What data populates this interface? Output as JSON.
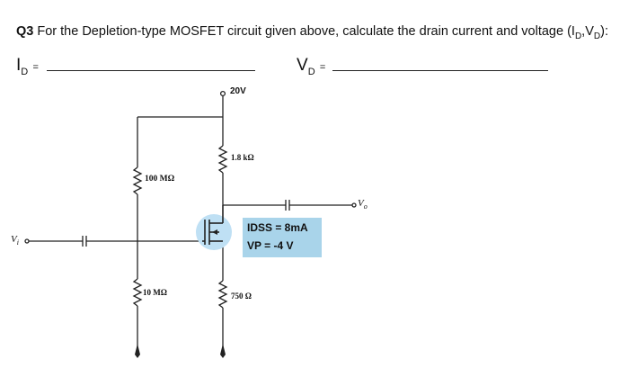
{
  "question": {
    "number": "Q3",
    "text": "For the Depletion-type MOSFET circuit given above, calculate the drain current and voltage (I",
    "sub_d": "D",
    "comma": ",V",
    "sub_d2": "D",
    "close": "):"
  },
  "answers": {
    "id_label": "I",
    "id_sub": "D",
    "vd_label": "V",
    "vd_sub": "D",
    "equals": "="
  },
  "circuit": {
    "supply": "20V",
    "rd": "1.8 kΩ",
    "r1": "100 MΩ",
    "r2": "10 MΩ",
    "rs": "750 Ω",
    "vi": "V",
    "vi_sub": "i",
    "vo": "V",
    "vo_sub": "o",
    "idss": "IDSS = 8mA",
    "vp": "VP = -4 V"
  },
  "colors": {
    "param_box": "#a9d4ea",
    "mosfet_circle": "#bfe0f4"
  }
}
